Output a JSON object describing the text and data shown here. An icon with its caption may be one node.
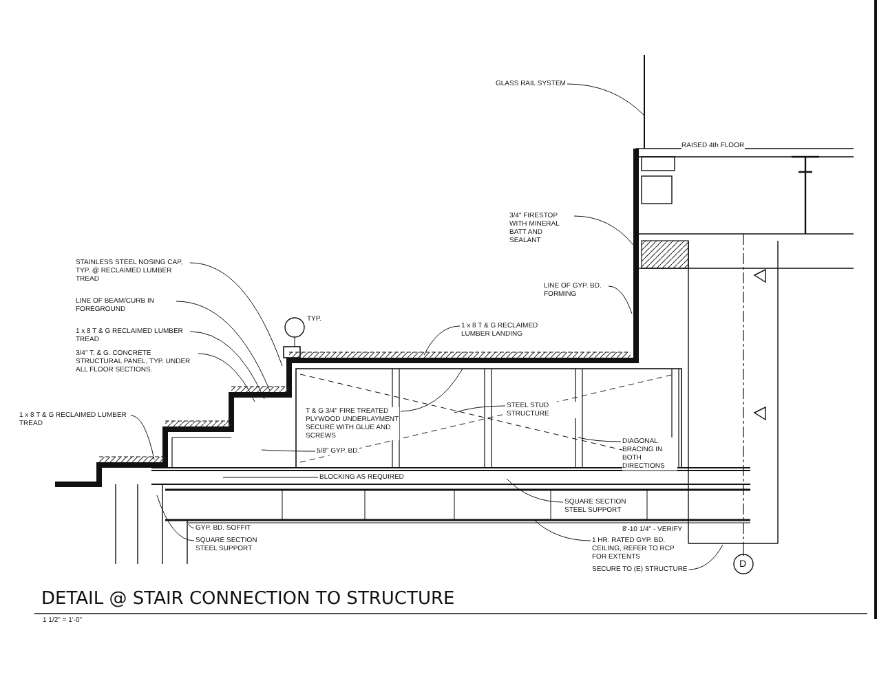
{
  "diagram": {
    "title": "DETAIL @ STAIR CONNECTION TO STRUCTURE",
    "caption": "1 1/2\" = 1'-0\"",
    "nodes": [
      {
        "text": [
          "GLASS RAIL SYSTEM"
        ]
      },
      {
        "text": [
          "3/4\" FIRESTOP WITH MINERAL BATT AND SEALANT"
        ]
      },
      {
        "text": [
          "LINE OF GYP. BD. FORMING"
        ]
      },
      {
        "text": [
          "STAINLESS STEEL NOSING CAP, TYP. @ RECLAIMED LUMBER TREAD"
        ]
      },
      {
        "text": [
          "LINE OF BEAM/CURB IN FOREGROUND"
        ]
      },
      {
        "text": [
          "1 x 8 T & G RECLAIMED LUMBER TREAD"
        ]
      },
      {
        "text": [
          "3/4\" T. & G. CONCRETE STRUCTURAL PANEL, TYP. UNDER ALL FLOOR SECTIONS."
        ]
      },
      {
        "text": [
          "1 x 8 T & G RECLAIMED LUMBER TREAD"
        ]
      },
      {
        "text": [
          "1 x 8 T & G RECLAIMED LUMBER LANDING"
        ]
      },
      {
        "text": [
          "T & G 3/4\" FIRE TREATED PLYWOOD UNDERLAYMENT SECURE WITH GLUE AND SCREWS"
        ]
      },
      {
        "text": [
          "5/8\" GYP. BD."
        ]
      },
      {
        "text": [
          "STEEL STUD STRUCTURE"
        ]
      },
      {
        "text": [
          "DIAGONAL BRACING IN BOTH DIRECTIONS"
        ]
      },
      {
        "text": [
          "BLOCKING AS REQUIRED"
        ]
      },
      {
        "text": [
          "SQUARE SECTION STEEL SUPPORT"
        ]
      },
      {
        "text": [
          "GYP. BD. SOFFIT"
        ]
      },
      {
        "text": [
          "SQUARE SECTION STEEL SUPPORT"
        ]
      },
      {
        "text": [
          "1 HR. RATED GYP. BD. CEILING, REFER TO RCP FOR EXTENTS"
        ]
      },
      {
        "text": [
          "SECURE TO (E) STRUCTURE"
        ]
      }
    ],
    "edges": [
      {
        "from": 0,
        "to": null,
        "arrow": "none"
      },
      {
        "from": 1,
        "to": null,
        "arrow": "none"
      },
      {
        "from": 2,
        "to": null,
        "arrow": "none"
      },
      {
        "from": 3,
        "to": null,
        "arrow": "none"
      },
      {
        "from": 4,
        "to": null,
        "arrow": "none"
      },
      {
        "from": 5,
        "to": null,
        "arrow": "none"
      },
      {
        "from": 6,
        "to": null,
        "arrow": "none"
      },
      {
        "from": 7,
        "to": null,
        "arrow": "none"
      },
      {
        "from": 8,
        "to": null,
        "arrow": "none"
      },
      {
        "from": 9,
        "to": null,
        "arrow": "none"
      },
      {
        "from": 10,
        "to": null,
        "arrow": "none"
      },
      {
        "from": 11,
        "to": null,
        "arrow": "none"
      },
      {
        "from": 12,
        "to": null,
        "arrow": "none"
      },
      {
        "from": 13,
        "to": null,
        "arrow": "none"
      },
      {
        "from": 14,
        "to": null,
        "arrow": "none"
      },
      {
        "from": 15,
        "to": null,
        "arrow": "none"
      },
      {
        "from": 16,
        "to": null,
        "arrow": "none"
      },
      {
        "from": 17,
        "to": null,
        "arrow": "none"
      },
      {
        "from": 18,
        "to": null,
        "arrow": "none"
      }
    ],
    "labels": [
      "RAISED 4th FLOOR",
      "TYP.",
      "8'-10 1/4\" - VERIFY",
      "D"
    ]
  }
}
